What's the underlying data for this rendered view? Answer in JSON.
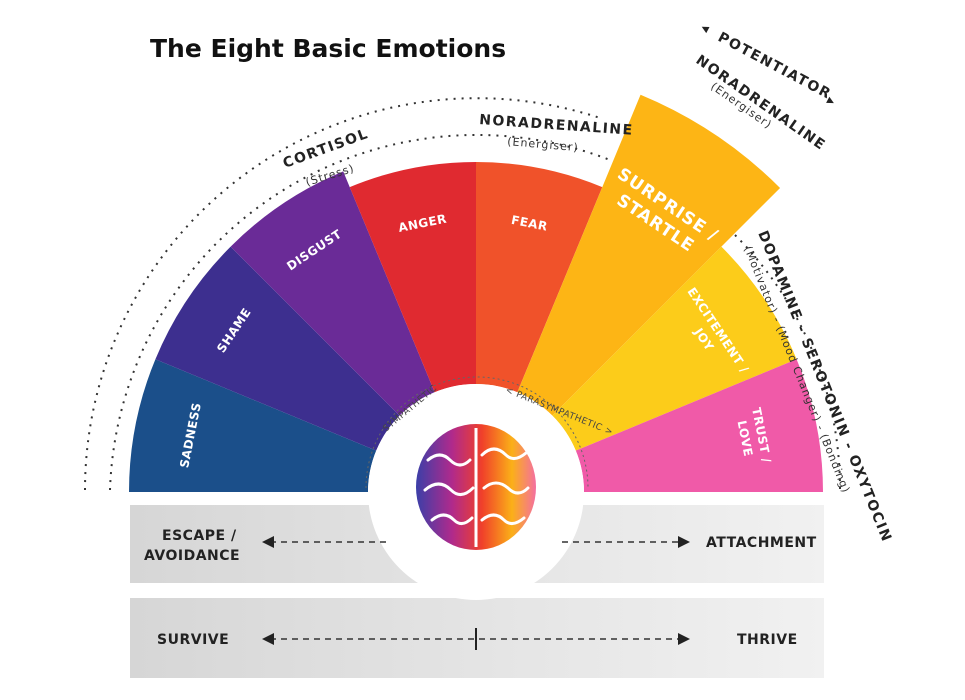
{
  "title": "The Eight Basic Emotions",
  "emotions": [
    {
      "label": "SADNESS",
      "color": "#1b4f8a"
    },
    {
      "label": "SHAME",
      "color": "#3d2f8f"
    },
    {
      "label": "DISGUST",
      "color": "#6a2b97"
    },
    {
      "label": "ANGER",
      "color": "#e02a30"
    },
    {
      "label": "FEAR",
      "color": "#f0522a"
    },
    {
      "label_line1": "SURPRISE /",
      "label_line2": "STARTLE",
      "color": "#fdb515"
    },
    {
      "label_line1": "EXCITEMENT /",
      "label_line2": "JOY",
      "color": "#fccc1a"
    },
    {
      "label_line1": "TRUST /",
      "label_line2": "LOVE",
      "color": "#f05aa8"
    }
  ],
  "hormones": {
    "cortisol": "CORTISOL",
    "cortisol_sub": "(Stress)",
    "noradrenaline": "NORADRENALINE",
    "noradrenaline_sub": "(Energiser)",
    "potentiator": "POTENTIATOR",
    "noradrenaline_right": "NORADRENALINE",
    "noradrenaline_right_sub": "(Energiser)",
    "dopamine_serotonin_oxytocin": "DOPAMINE - SEROTONIN - OXYTOCIN",
    "dopamine_sub": "(Motivator) - (Mood Changer) - (Bonding)"
  },
  "nervous_system": {
    "sympathetic": "SYMPATHETIC",
    "parasympathetic": "< PARASYMPATHETIC >"
  },
  "bars": {
    "top_left_line1": "ESCAPE /",
    "top_left_line2": "AVOIDANCE",
    "top_right": "ATTACHMENT",
    "bottom_left": "SURVIVE",
    "bottom_right": "THRIVE"
  },
  "brain_icon": "brain-icon"
}
